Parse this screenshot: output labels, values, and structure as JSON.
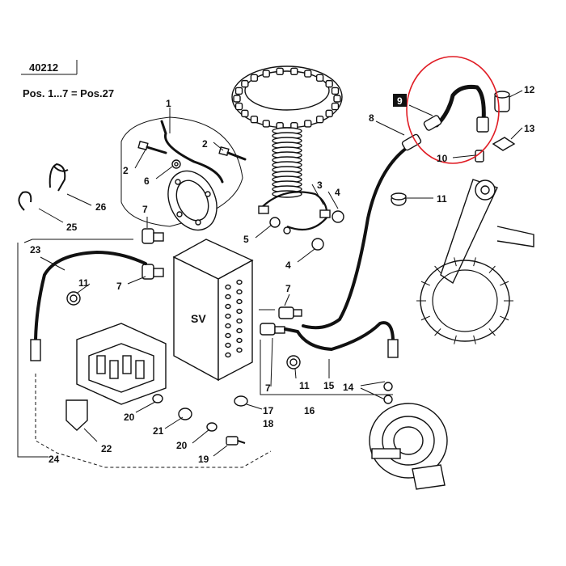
{
  "header": {
    "code": "40212",
    "note": "Pos. 1...7 = Pos.27"
  },
  "unit_label": "SV",
  "callouts": {
    "c1": "1",
    "c2a": "2",
    "c2b": "2",
    "c3": "3",
    "c4a": "4",
    "c4b": "4",
    "c5": "5",
    "c6": "6",
    "c7a": "7",
    "c7b": "7",
    "c7c": "7",
    "c7d": "7",
    "c8": "8",
    "c9": "9",
    "c10": "10",
    "c11a": "11",
    "c11b": "11",
    "c11c": "11",
    "c12": "12",
    "c13": "13",
    "c14": "14",
    "c15": "15",
    "c16": "16",
    "c17": "17",
    "c18": "18",
    "c19": "19",
    "c20a": "20",
    "c20b": "20",
    "c21": "21",
    "c22": "22",
    "c23": "23",
    "c24": "24",
    "c25": "25",
    "c26": "26"
  },
  "highlight": {
    "part": "9",
    "color": "#e01c24"
  }
}
